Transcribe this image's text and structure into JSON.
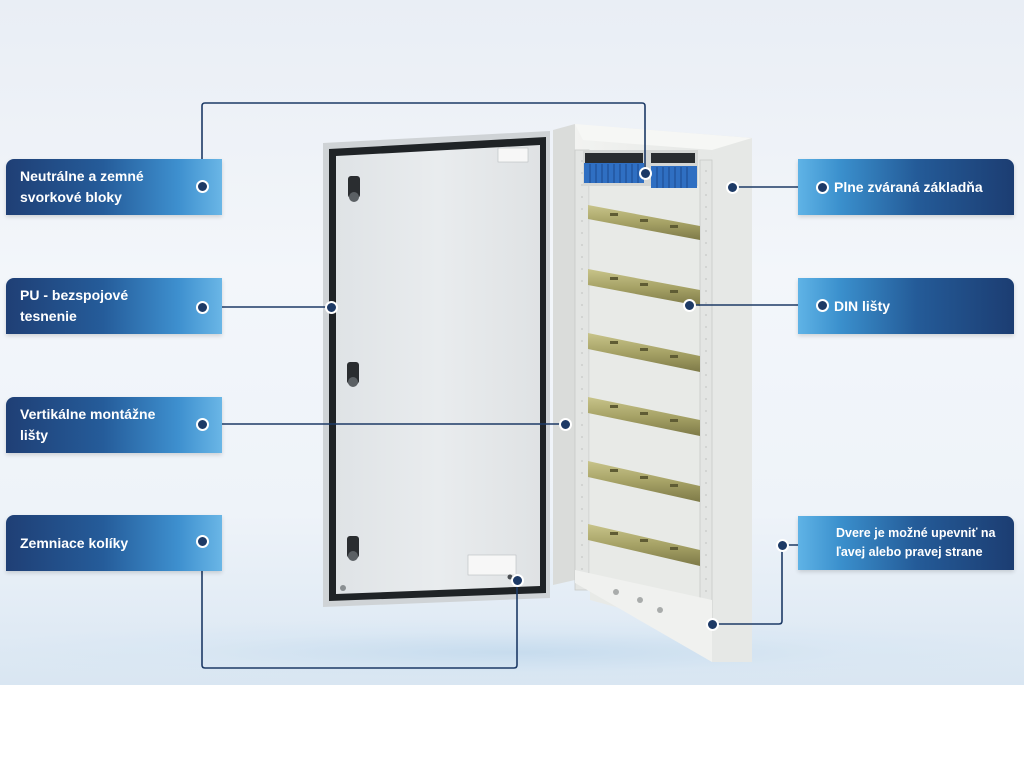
{
  "labels": {
    "neutral_terminals": "Neutrálne a zemné svorkové bloky",
    "pu_seal": "PU - bezspojové tesnenie",
    "vertical_rails": "Vertikálne montážne lišty",
    "earth_pins": "Zemniace kolíky",
    "welded_base": "Plne zváraná základňa",
    "din_rails": "DIN lišty",
    "door_mount": "Dvere je možné upevniť na ľavej alebo pravej strane"
  },
  "colors": {
    "label_dark": "#1c3d72",
    "label_light": "#5fb3e6",
    "leader_line": "#1d3a66",
    "cabinet": "#eceeee",
    "din_rail": "#a6a266",
    "terminal_blue": "#2f6fc2"
  }
}
